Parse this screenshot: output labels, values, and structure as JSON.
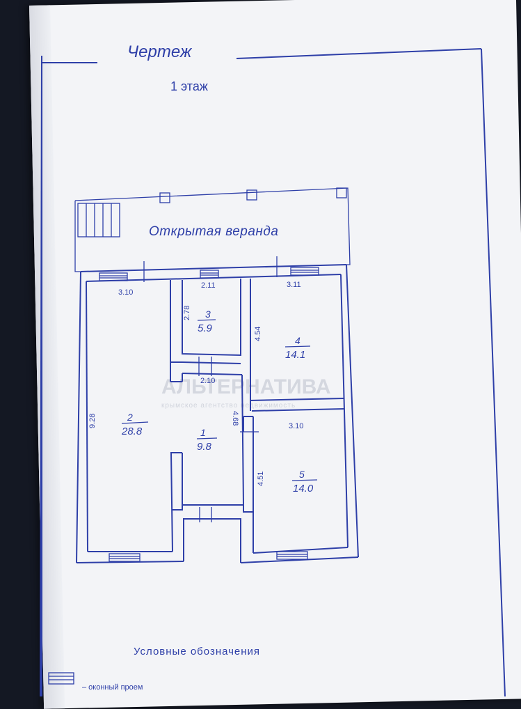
{
  "drawing": {
    "title": "Чертеж",
    "floor": "1 этаж",
    "veranda_label": "Открытая веранда"
  },
  "rooms": [
    {
      "id": "1",
      "number": "1",
      "area": "9.8"
    },
    {
      "id": "2",
      "number": "2",
      "area": "28.8"
    },
    {
      "id": "3",
      "number": "3",
      "area": "5.9"
    },
    {
      "id": "4",
      "number": "4",
      "area": "14.1"
    },
    {
      "id": "5",
      "number": "5",
      "area": "14.0"
    }
  ],
  "dimensions": {
    "room2_width": "3.10",
    "room2_length": "9.28",
    "room3_width": "2.11",
    "room3_length": "2.78",
    "room4_width": "3.11",
    "room4_length": "4.54",
    "hall_width": "2.10",
    "hall_length": "4.68",
    "room5_width": "3.10",
    "room5_length": "4.51"
  },
  "watermark": {
    "brand": "АЛЬТЕРНАТИВА",
    "tagline": "крымское агентство недвижимость"
  },
  "legend": {
    "title": "Условные обозначения",
    "window_label": "– оконный проем"
  },
  "colors": {
    "ink": "#2e3fa8",
    "paper": "#f3f4f7",
    "background": "#141823"
  }
}
